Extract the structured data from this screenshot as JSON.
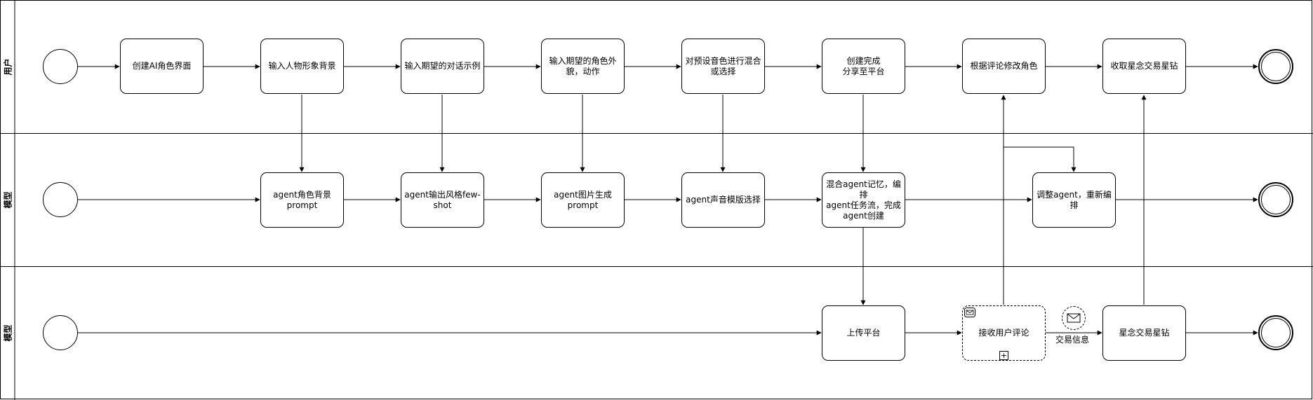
{
  "lanes": [
    {
      "label": "用户"
    },
    {
      "label": "模型"
    },
    {
      "label": "模型"
    }
  ],
  "tasks": {
    "create_ui": "创建AI角色界面",
    "input_bg": "输入人物形象背景",
    "input_dialog": "输入期望的对话示例",
    "input_look": "输入期望的角色外\n貌，动作",
    "mix_voice": "对预设音色进行混合\n或选择",
    "create_share": "创建完成\n分享至平台",
    "modify_by_comment": "根据评论修改角色",
    "collect_diamond": "收取星念交易星钻",
    "agent_bg_prompt": "agent角色背景prompt",
    "agent_fewshot": "agent输出风格few-\nshot",
    "agent_img_prompt": "agent图片生成prompt",
    "agent_voice": "agent声音模版选择",
    "agent_mix": "混合agent记忆，编排\nagent任务流，完成\nagent创建",
    "agent_adjust": "调整agent，重新编排",
    "upload": "上传平台",
    "receive_comment": "接收用户评论",
    "diamond_trade": "星念交易星钻"
  },
  "edge_labels": {
    "trade_info": "交易信息"
  },
  "icons": {
    "message": "envelope-icon",
    "subprocess": "plus-icon"
  }
}
